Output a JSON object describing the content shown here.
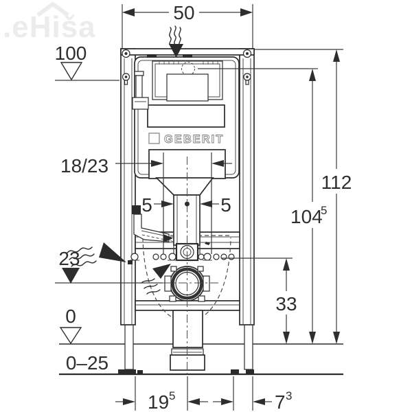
{
  "watermark": {
    "text": ".eHiša"
  },
  "product": {
    "brand_logo": "GEBERIT"
  },
  "dimensions": {
    "top_width": {
      "value": "50",
      "unit_note": "frame width"
    },
    "supply_level": {
      "value": "100"
    },
    "total_height": {
      "value": "112"
    },
    "cistern_level": {
      "value": "104",
      "sup": "5"
    },
    "pan_fixing_spacing": {
      "value": "18/23"
    },
    "flush_offset_left": {
      "value": "5"
    },
    "flush_offset_right": {
      "value": "5"
    },
    "outlet_level": {
      "value": "23"
    },
    "support_height": {
      "value": "33"
    },
    "zero_level": {
      "value": "0"
    },
    "floor_adjust_range": {
      "value": "0–25"
    },
    "base_depth_front": {
      "value": "19",
      "sup": "5"
    },
    "base_depth_back": {
      "value": "7",
      "sup": "3"
    }
  },
  "colors": {
    "line": "#2b2b2b",
    "dimension": "#2e2e2e",
    "watermark": "#ececec",
    "background": "#ffffff"
  }
}
